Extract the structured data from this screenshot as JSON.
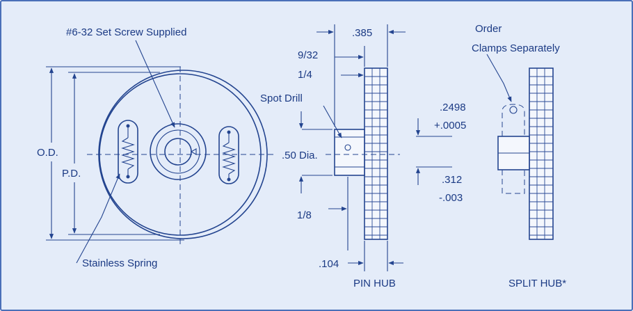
{
  "colors": {
    "ink": "#23448f",
    "background": "#e4ecf9",
    "frame": "#4a6fb8"
  },
  "labels": {
    "set_screw": "#6-32 Set Screw Supplied",
    "od": "O.D.",
    "pd": "P.D.",
    "stainless_spring": "Stainless Spring",
    "dim_385": ".385",
    "dim_9_32": "9/32",
    "dim_1_4": "1/4",
    "spot_drill": "Spot Drill",
    "dia_50": ".50 Dia.",
    "dim_1_8": "1/8",
    "dim_104": ".104",
    "pin_hub": "PIN HUB",
    "order_line1": "Order",
    "order_line2": "Clamps Separately",
    "bore_2498": ".2498",
    "tol_plus_0005": "+.0005",
    "dim_312": ".312",
    "tol_minus_003": "-.003",
    "split_hub": "SPLIT HUB*"
  }
}
